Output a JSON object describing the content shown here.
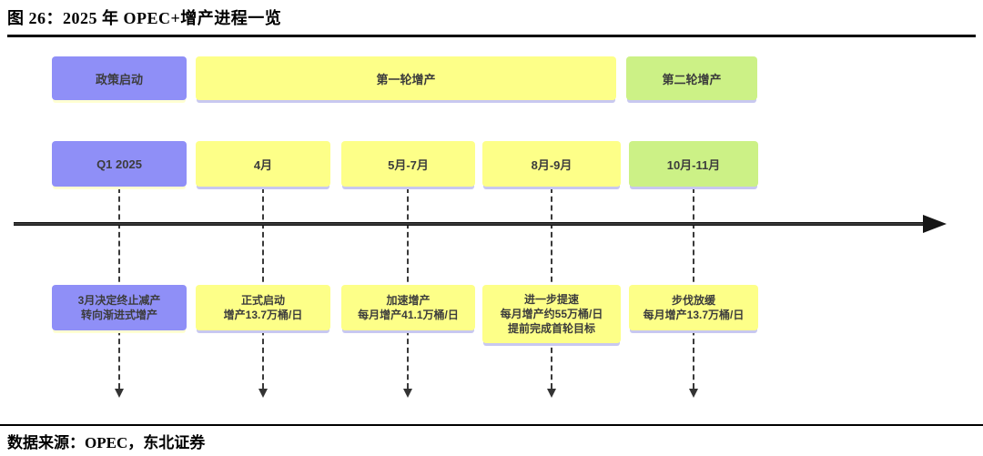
{
  "header": {
    "title": "图 26：2025 年 OPEC+增产进程一览"
  },
  "footer": {
    "source": "数据来源：OPEC，东北证券"
  },
  "colors": {
    "purple_box": "#8f8ff7",
    "yellow_box": "#fdff88",
    "green_box": "#ccf186",
    "purple_box_shadow": "#ffffd2",
    "yellow_box_shadow": "#c8c8f0",
    "box_text": "#3c3c3c",
    "axis": "#161616"
  },
  "chart_data": {
    "type": "table",
    "title": "图 26：2025 年 OPEC+增产进程一览",
    "layout": "horizontal-timeline",
    "phases": [
      {
        "label": "政策启动",
        "color": "purple",
        "columns": [
          "Q1 2025"
        ]
      },
      {
        "label": "第一轮增产",
        "color": "yellow",
        "columns": [
          "4月",
          "5月-7月",
          "8月-9月"
        ]
      },
      {
        "label": "第二轮增产",
        "color": "green",
        "columns": [
          "10月-11月"
        ]
      }
    ],
    "periods": [
      {
        "label": "Q1 2025",
        "color": "purple"
      },
      {
        "label": "4月",
        "color": "yellow"
      },
      {
        "label": "5月-7月",
        "color": "yellow"
      },
      {
        "label": "8月-9月",
        "color": "yellow"
      },
      {
        "label": "10月-11月",
        "color": "green"
      }
    ],
    "details": [
      {
        "color": "purple",
        "lines": [
          "3月决定终止减产",
          "转向渐进式增产"
        ]
      },
      {
        "color": "yellow",
        "lines": [
          "正式启动",
          "增产13.7万桶/日"
        ]
      },
      {
        "color": "yellow",
        "lines": [
          "加速增产",
          "每月增产41.1万桶/日"
        ]
      },
      {
        "color": "yellow",
        "lines": [
          "进一步提速",
          "每月增产约55万桶/日",
          "提前完成首轮目标"
        ]
      },
      {
        "color": "yellow",
        "lines": [
          "步伐放缓",
          "每月增产13.7万桶/日"
        ]
      }
    ]
  }
}
